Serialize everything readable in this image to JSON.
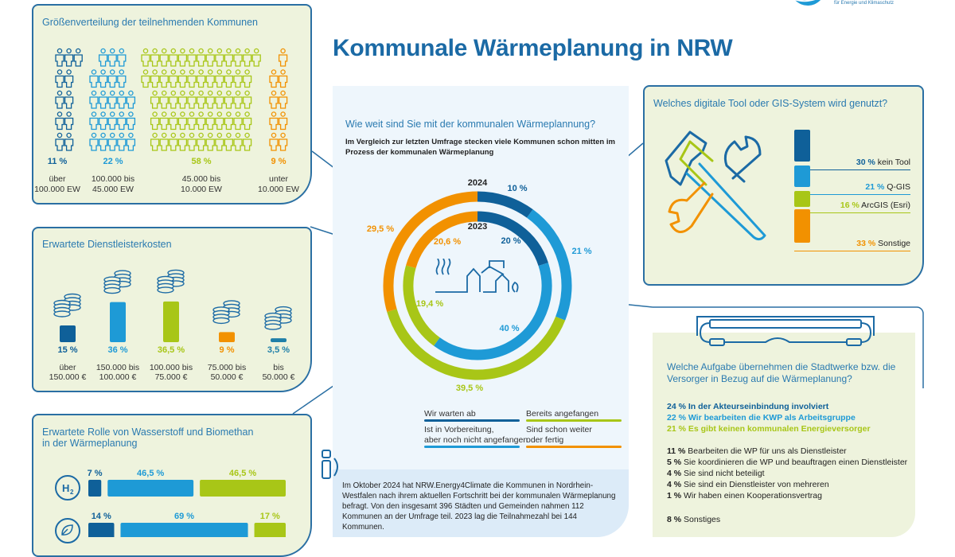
{
  "header": {
    "title": "Kommunale Wärmeplanung in NRW",
    "logo_text": "für Energie und Klimaschutz"
  },
  "colors": {
    "dark_blue": "#0f6099",
    "light_blue": "#1e9ad6",
    "green": "#a8c617",
    "orange": "#f29100",
    "panel_bg": "#eef3dd",
    "frame": "#2a6fa3"
  },
  "sizes": {
    "title": "Größenverteilung der teilnehmenden Kommunen",
    "groups": [
      {
        "pct": "11 %",
        "label1": "über",
        "label2": "100.000 EW"
      },
      {
        "pct": "22 %",
        "label1": "100.000 bis",
        "label2": "45.000 EW"
      },
      {
        "pct": "58 %",
        "label1": "45.000 bis",
        "label2": "10.000 EW"
      },
      {
        "pct": "9 %",
        "label1": "unter",
        "label2": "10.000 EW"
      }
    ]
  },
  "costs": {
    "title": "Erwartete Dienstleisterkosten",
    "items": [
      {
        "pct": "15 %",
        "label1": "über",
        "label2": "150.000 €"
      },
      {
        "pct": "36 %",
        "label1": "150.000 bis",
        "label2": "100.000 €"
      },
      {
        "pct": "36,5 %",
        "label1": "100.000 bis",
        "label2": "75.000 €"
      },
      {
        "pct": "9 %",
        "label1": "75.000 bis",
        "label2": "50.000 €"
      },
      {
        "pct": "3,5 %",
        "label1": "bis",
        "label2": "50.000 €"
      }
    ]
  },
  "hydrogen": {
    "title1": "Erwartete Rolle von Wasserstoff und Biomethan",
    "title2": "in der Wärmeplanung",
    "h2_icon": "H2",
    "rows": [
      {
        "icon": "h2-icon",
        "labels": [
          "7 %",
          "46,5 %",
          "46,5 %"
        ]
      },
      {
        "icon": "leaf-icon",
        "labels": [
          "14 %",
          "69 %",
          "17 %"
        ]
      }
    ]
  },
  "progress": {
    "question": "Wie weit sind Sie mit der kommunalen Wärmeplannung?",
    "subtitle1": "Im Vergleich zur letzten Umfrage stecken viele Kommunen schon mitten im",
    "subtitle2": "Prozess der kommunalen Wärmeplanung",
    "year_outer": "2024",
    "year_inner": "2023",
    "labels_outer": [
      "10 %",
      "21 %",
      "39,5 %",
      "29,5 %"
    ],
    "labels_inner": [
      "20 %",
      "40 %",
      "19,4 %",
      "20,6 %"
    ],
    "legend": [
      "Wir warten ab",
      "Bereits angefangen",
      "Ist in Vorbereitung,",
      "aber noch nicht angefangen",
      "Sind schon weiter",
      "oder fertig"
    ]
  },
  "info": {
    "text": "Im Oktober 2024 hat NRW.Energy4Climate die Kommunen in Nordrhein-Westfalen nach ihrem aktuellen Fortschritt bei der kommunalen Wärmeplanung befragt. Von den insgesamt 396 Städten und Gemeinden nahmen 112 Kommunen an der Umfrage teil. 2023 lag die Teilnahmezahl bei 144 Kommunen."
  },
  "tools": {
    "title": "Welches digitale Tool oder GIS-System wird genutzt?",
    "items": [
      {
        "pct": "30 %",
        "label": " kein Tool"
      },
      {
        "pct": "21 %",
        "label": " Q-GIS"
      },
      {
        "pct": "16 %",
        "label": " ArcGIS (Esri)"
      },
      {
        "pct": "33 %",
        "label": " Sonstige"
      }
    ]
  },
  "utilities": {
    "title1": "Welche Aufgabe übernehmen die Stadtwerke bzw. die",
    "title2": "Versorger in Bezug auf die Wärmeplanung?",
    "items": [
      {
        "pct": "24 %",
        "label": " In der Akteurseinbindung involviert"
      },
      {
        "pct": "22 %",
        "label": " Wir bearbeiten die KWP als Arbeitsgruppe"
      },
      {
        "pct": "21 %",
        "label": " Es gibt keinen kommunalen Energieversorger"
      },
      {
        "pct": "11 %",
        "label": " Bearbeiten die WP für uns als Dienstleister"
      },
      {
        "pct": "5 %",
        "label": " Sie koordinieren die WP und beauftragen einen Dienstleister"
      },
      {
        "pct": "4 %",
        "label": " Sie sind nicht beteiligt"
      },
      {
        "pct": "4 %",
        "label": " Sie sind ein Dienstleister von mehreren"
      },
      {
        "pct": "1 %",
        "label": " Wir haben einen Kooperationsvertrag"
      },
      {
        "pct": "8 %",
        "label": " Sonstiges"
      }
    ]
  },
  "chart_data": [
    {
      "type": "pictogram",
      "title": "Größenverteilung der teilnehmenden Kommunen",
      "categories": [
        "über 100.000 EW",
        "100.000 bis 45.000 EW",
        "45.000 bis 10.000 EW",
        "unter 10.000 EW"
      ],
      "values": [
        11,
        22,
        58,
        9
      ]
    },
    {
      "type": "bar",
      "title": "Erwartete Dienstleisterkosten",
      "categories": [
        "über 150.000 €",
        "150.000 bis 100.000 €",
        "100.000 bis 75.000 €",
        "75.000 bis 50.000 €",
        "bis 50.000 €"
      ],
      "values": [
        15,
        36,
        36.5,
        9,
        3.5
      ]
    },
    {
      "type": "bar",
      "stacked": true,
      "title": "Erwartete Rolle von Wasserstoff und Biomethan in der Wärmeplanung",
      "categories": [
        "Wasserstoff",
        "Biomethan"
      ],
      "series": [
        {
          "values": [
            7,
            14
          ]
        },
        {
          "values": [
            46.5,
            69
          ]
        },
        {
          "values": [
            46.5,
            17
          ]
        }
      ]
    },
    {
      "type": "pie",
      "donut": true,
      "title": "Wie weit sind Sie mit der kommunalen Wärmeplannung?",
      "categories": [
        "Wir warten ab",
        "Ist in Vorbereitung, aber noch nicht angefangen",
        "Bereits angefangen",
        "Sind schon weiter oder fertig"
      ],
      "series": [
        {
          "name": "2024",
          "values": [
            10,
            21,
            39.5,
            29.5
          ]
        },
        {
          "name": "2023",
          "values": [
            20,
            40,
            19.4,
            20.6
          ]
        }
      ]
    },
    {
      "type": "bar",
      "title": "Welches digitale Tool oder GIS-System wird genutzt?",
      "categories": [
        "kein Tool",
        "Q-GIS",
        "ArcGIS (Esri)",
        "Sonstige"
      ],
      "values": [
        30,
        21,
        16,
        33
      ]
    },
    {
      "type": "table",
      "title": "Welche Aufgabe übernehmen die Stadtwerke bzw. die Versorger in Bezug auf die Wärmeplanung?",
      "values": [
        24,
        22,
        21,
        11,
        5,
        4,
        4,
        1,
        8
      ]
    }
  ]
}
